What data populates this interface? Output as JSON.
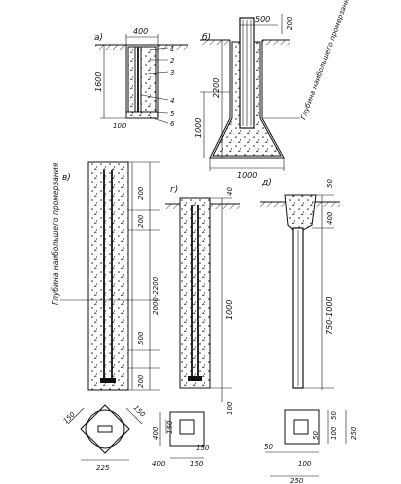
{
  "diagram": {
    "panels": {
      "a": {
        "label": "a)",
        "top_width": "400",
        "depth": "1600",
        "bottom_offset": "100",
        "callouts": [
          "1",
          "2",
          "3",
          "4",
          "5",
          "6"
        ]
      },
      "b": {
        "label": "б)",
        "top_width": "500",
        "top_right": "200",
        "depth": "2200",
        "bottom_height": "1000",
        "base_width": "1000",
        "rotated_note": "Глубина наибольшего промерзания грунта"
      },
      "v": {
        "label": "в)",
        "dims": [
          "200",
          "200",
          "2000-2200",
          "500",
          "200"
        ],
        "rotated_note": "Глубина наибольшего промерзания"
      },
      "g": {
        "label": "г)",
        "top_dim": "40",
        "height_dim": "1000",
        "bottom_dim": "100"
      },
      "d": {
        "label": "д)",
        "top_dim": "50",
        "head_dim": "400",
        "length_dim": "750-1000"
      }
    },
    "sections": {
      "v": {
        "dims": [
          "150",
          "150",
          "225"
        ]
      },
      "g": {
        "dims": [
          "400",
          "150",
          "150",
          "400",
          "150"
        ]
      },
      "d": {
        "dims": [
          "50",
          "100",
          "50",
          "250",
          "50",
          "100",
          "250"
        ]
      }
    }
  }
}
